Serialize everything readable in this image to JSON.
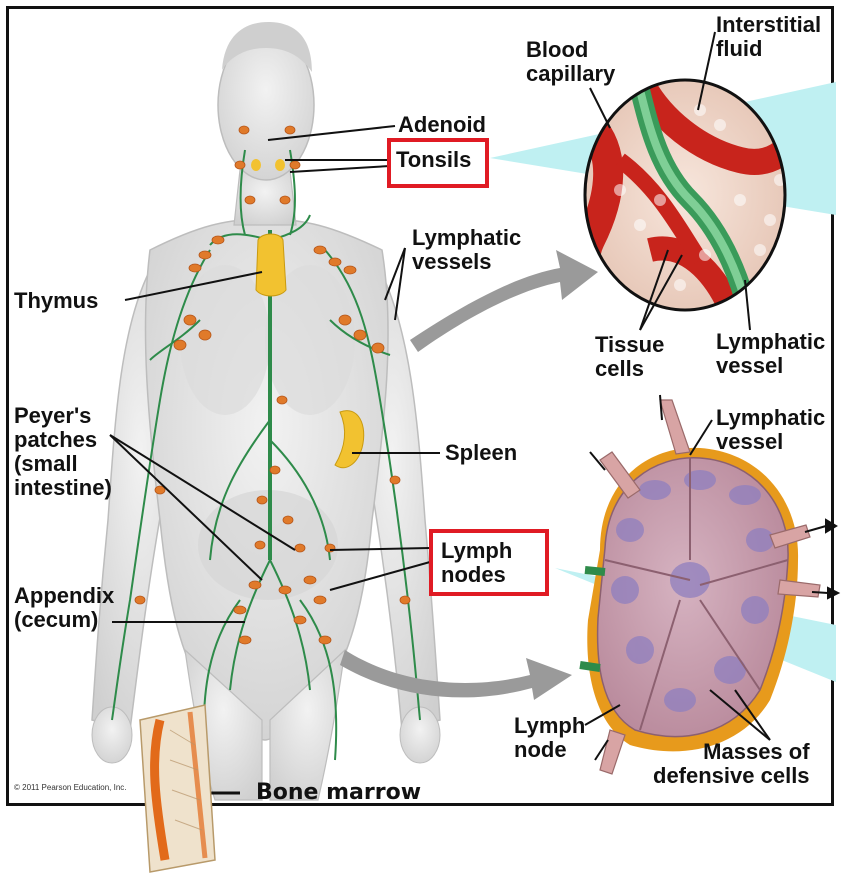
{
  "copyright": "© 2011 Pearson Education, Inc.",
  "labels": {
    "adenoid": "Adenoid",
    "tonsils": "Tonsils",
    "thymus": "Thymus",
    "lymphatic_vessels": "Lymphatic\nvessels",
    "peyers_patches": "Peyer's\npatches\n(small\nintestine)",
    "spleen": "Spleen",
    "lymph_nodes": "Lymph\nnodes",
    "appendix": "Appendix\n(cecum)",
    "bone_marrow": "Bone marrow",
    "blood_capillary": "Blood\ncapillary",
    "interstitial_fluid": "Interstitial\nfluid",
    "tissue_cells": "Tissue\ncells",
    "lymphatic_vessel_top": "Lymphatic\nvessel",
    "lymphatic_vessel_node": "Lymphatic\nvessel",
    "lymph_node": "Lymph\nnode",
    "masses": "Masses of\ndefensive cells"
  },
  "colors": {
    "highlight": "#e01b24",
    "body_skin": "#e6e6e6",
    "vessel_green": "#2e8b4a",
    "node_orange": "#e07a2a",
    "organ_yellow": "#f2c230",
    "capillary_red": "#c8241c",
    "node_pink": "#c89aa8",
    "node_capsule": "#e79a1c",
    "arrow_gray": "#9a9a9a",
    "beam_cyan": "#bff0f2"
  }
}
